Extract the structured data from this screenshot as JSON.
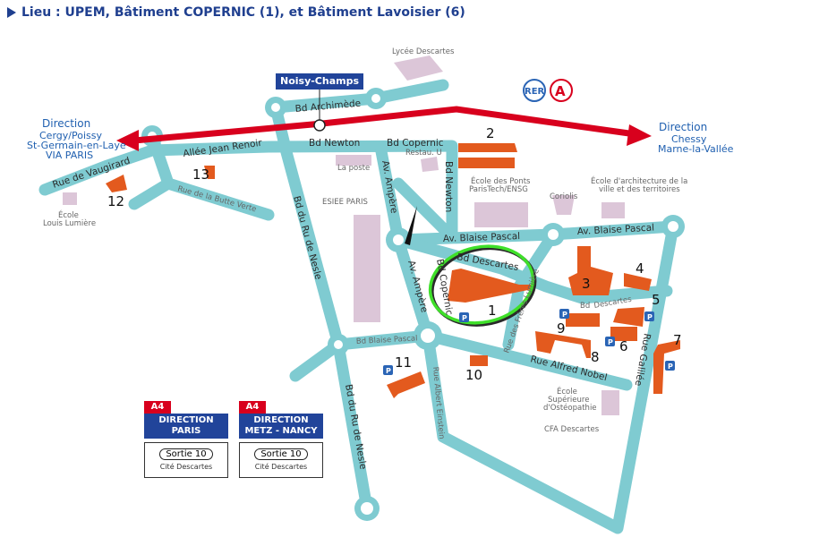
{
  "header": {
    "title": "Lieu : UPEM, Bâtiment COPERNIC (1), et Bâtiment Lavoisier (6)"
  },
  "rer": {
    "label": "RER",
    "line": "A",
    "station": "Noisy-Champs"
  },
  "directions": {
    "west": {
      "title": "Direction",
      "lines": [
        "Cergy/Poissy",
        "St-Germain-en-Laye",
        "VIA PARIS"
      ]
    },
    "east": {
      "title": "Direction",
      "lines": [
        "Chessy",
        "Marne-la-Vallée"
      ]
    }
  },
  "roads": {
    "archimede": "Bd Archimède",
    "newton": "Bd Newton",
    "newton_v": "Bd Newton",
    "copernic": "Bd Copernic",
    "copernic_v": "Bd Copernic",
    "jean_renoir": "Allée Jean Renoir",
    "vaugirard": "Rue de Vaugirard",
    "butte_verte": "Rue de la Butte Verte",
    "ru_nesle_1": "Bd du Ru de Nesle",
    "ru_nesle_2": "Bd du Ru de Nesle",
    "ampere_1": "Av. Ampère",
    "ampere_2": "Av. Ampère",
    "blaise_1": "Av. Blaise Pascal",
    "blaise_2": "Av. Blaise Pascal",
    "bd_blaise": "Bd Blaise Pascal",
    "descartes_1": "Bd Descartes",
    "descartes_2a": "Bd",
    "descartes_2b": "Descartes",
    "freres_lumiere": "Rue des Frères Lumière",
    "nobel": "Rue Alfred Nobel",
    "einstein": "Rue Albert Einstein",
    "galilee": "Rue Galilée"
  },
  "places": {
    "lycee": "Lycée Descartes",
    "poste": "La poste",
    "restau": "Restau. U",
    "esiee": "ESIEE PARIS",
    "ponts": [
      "École des Ponts",
      "ParisTech/ENSG"
    ],
    "coriolis": "Coriolis",
    "archi": [
      "École d'architecture de la",
      "ville et des territoires"
    ],
    "lumiere": [
      "École",
      "Louis Lumière"
    ],
    "osteo": [
      "École",
      "Supérieure",
      "d'Ostéopathie"
    ],
    "cfa": "CFA Descartes"
  },
  "buildings": [
    "1",
    "2",
    "3",
    "4",
    "5",
    "6",
    "7",
    "8",
    "9",
    "10",
    "11",
    "12",
    "13"
  ],
  "parking_label": "P",
  "signs": [
    {
      "road": "A4",
      "lines": [
        "DIRECTION",
        "PARIS"
      ],
      "exit": "Sortie 10",
      "place": "Cité Descartes"
    },
    {
      "road": "A4",
      "lines": [
        "DIRECTION",
        "METZ - NANCY"
      ],
      "exit": "Sortie 10",
      "place": "Cité Descartes"
    }
  ],
  "colors": {
    "road": "#7fcbd1",
    "building": "#e35a1e",
    "poi": "#dcc6d8",
    "highlight": "#3fe02a",
    "rer_line": "#d8001d",
    "brand": "#21449a"
  }
}
